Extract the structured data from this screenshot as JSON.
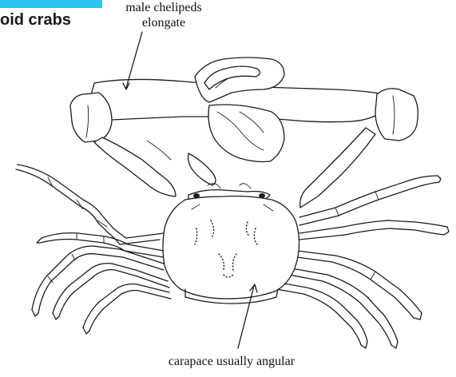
{
  "figure": {
    "title": "oid crabs",
    "annotations": {
      "chelipeds_line1": "male chelipeds",
      "chelipeds_line2": "elongate",
      "carapace": "carapace usually angular"
    },
    "colors": {
      "title_bar": "#2ec4ef",
      "ink": "#1a1a1a"
    }
  }
}
